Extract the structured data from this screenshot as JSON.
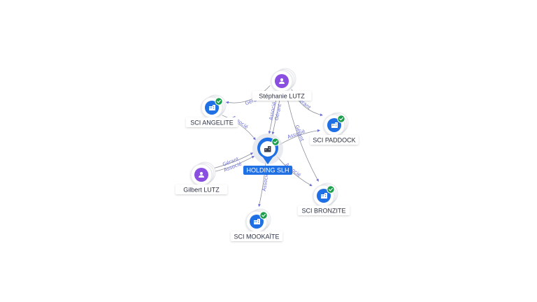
{
  "colors": {
    "edge": "#8a8d99",
    "edge_label": "#6b6fd6",
    "company": "#1f6fe5",
    "person": "#8a4fe0",
    "verified": "#1a9e4b",
    "main_label_bg": "#1f6fe5"
  },
  "nodes": [
    {
      "id": "holding",
      "label": "HOLDING SLH",
      "kind": "company",
      "icon": "building-icon",
      "verified": true,
      "main": true
    },
    {
      "id": "stephanie",
      "label": "Stéphanie LUTZ",
      "kind": "person",
      "icon": "person-icon",
      "verified": false
    },
    {
      "id": "angelite",
      "label": "SCI ANGELITE",
      "kind": "company",
      "icon": "building-icon",
      "verified": true
    },
    {
      "id": "paddock",
      "label": "SCI PADDOCK",
      "kind": "company",
      "icon": "building-icon",
      "verified": true
    },
    {
      "id": "gilbert",
      "label": "Gilbert LUTZ",
      "kind": "person",
      "icon": "person-icon",
      "verified": false
    },
    {
      "id": "bronzite",
      "label": "SCI BRONZITE",
      "kind": "company",
      "icon": "building-icon",
      "verified": true
    },
    {
      "id": "mookaite",
      "label": "SCI MOOKAÏTE",
      "kind": "company",
      "icon": "building-icon",
      "verified": true
    }
  ],
  "edges": [
    {
      "from": "stephanie",
      "to": "angelite",
      "labels": [
        "Gérant"
      ]
    },
    {
      "from": "stephanie",
      "to": "paddock",
      "labels": [
        "Gérant"
      ]
    },
    {
      "from": "stephanie",
      "to": "holding",
      "labels": [
        "Gérant",
        "Associé"
      ]
    },
    {
      "from": "stephanie",
      "to": "bronzite",
      "labels": [
        "Gérant"
      ]
    },
    {
      "from": "angelite",
      "to": "holding",
      "labels": [
        "Associé"
      ]
    },
    {
      "from": "holding",
      "to": "paddock",
      "labels": [
        "Associé"
      ]
    },
    {
      "from": "gilbert",
      "to": "holding",
      "labels": [
        "Gérant",
        "Associé"
      ]
    },
    {
      "from": "holding",
      "to": "bronzite",
      "labels": [
        "Associé"
      ]
    },
    {
      "from": "holding",
      "to": "mookaite",
      "labels": [
        "Associé"
      ]
    }
  ]
}
